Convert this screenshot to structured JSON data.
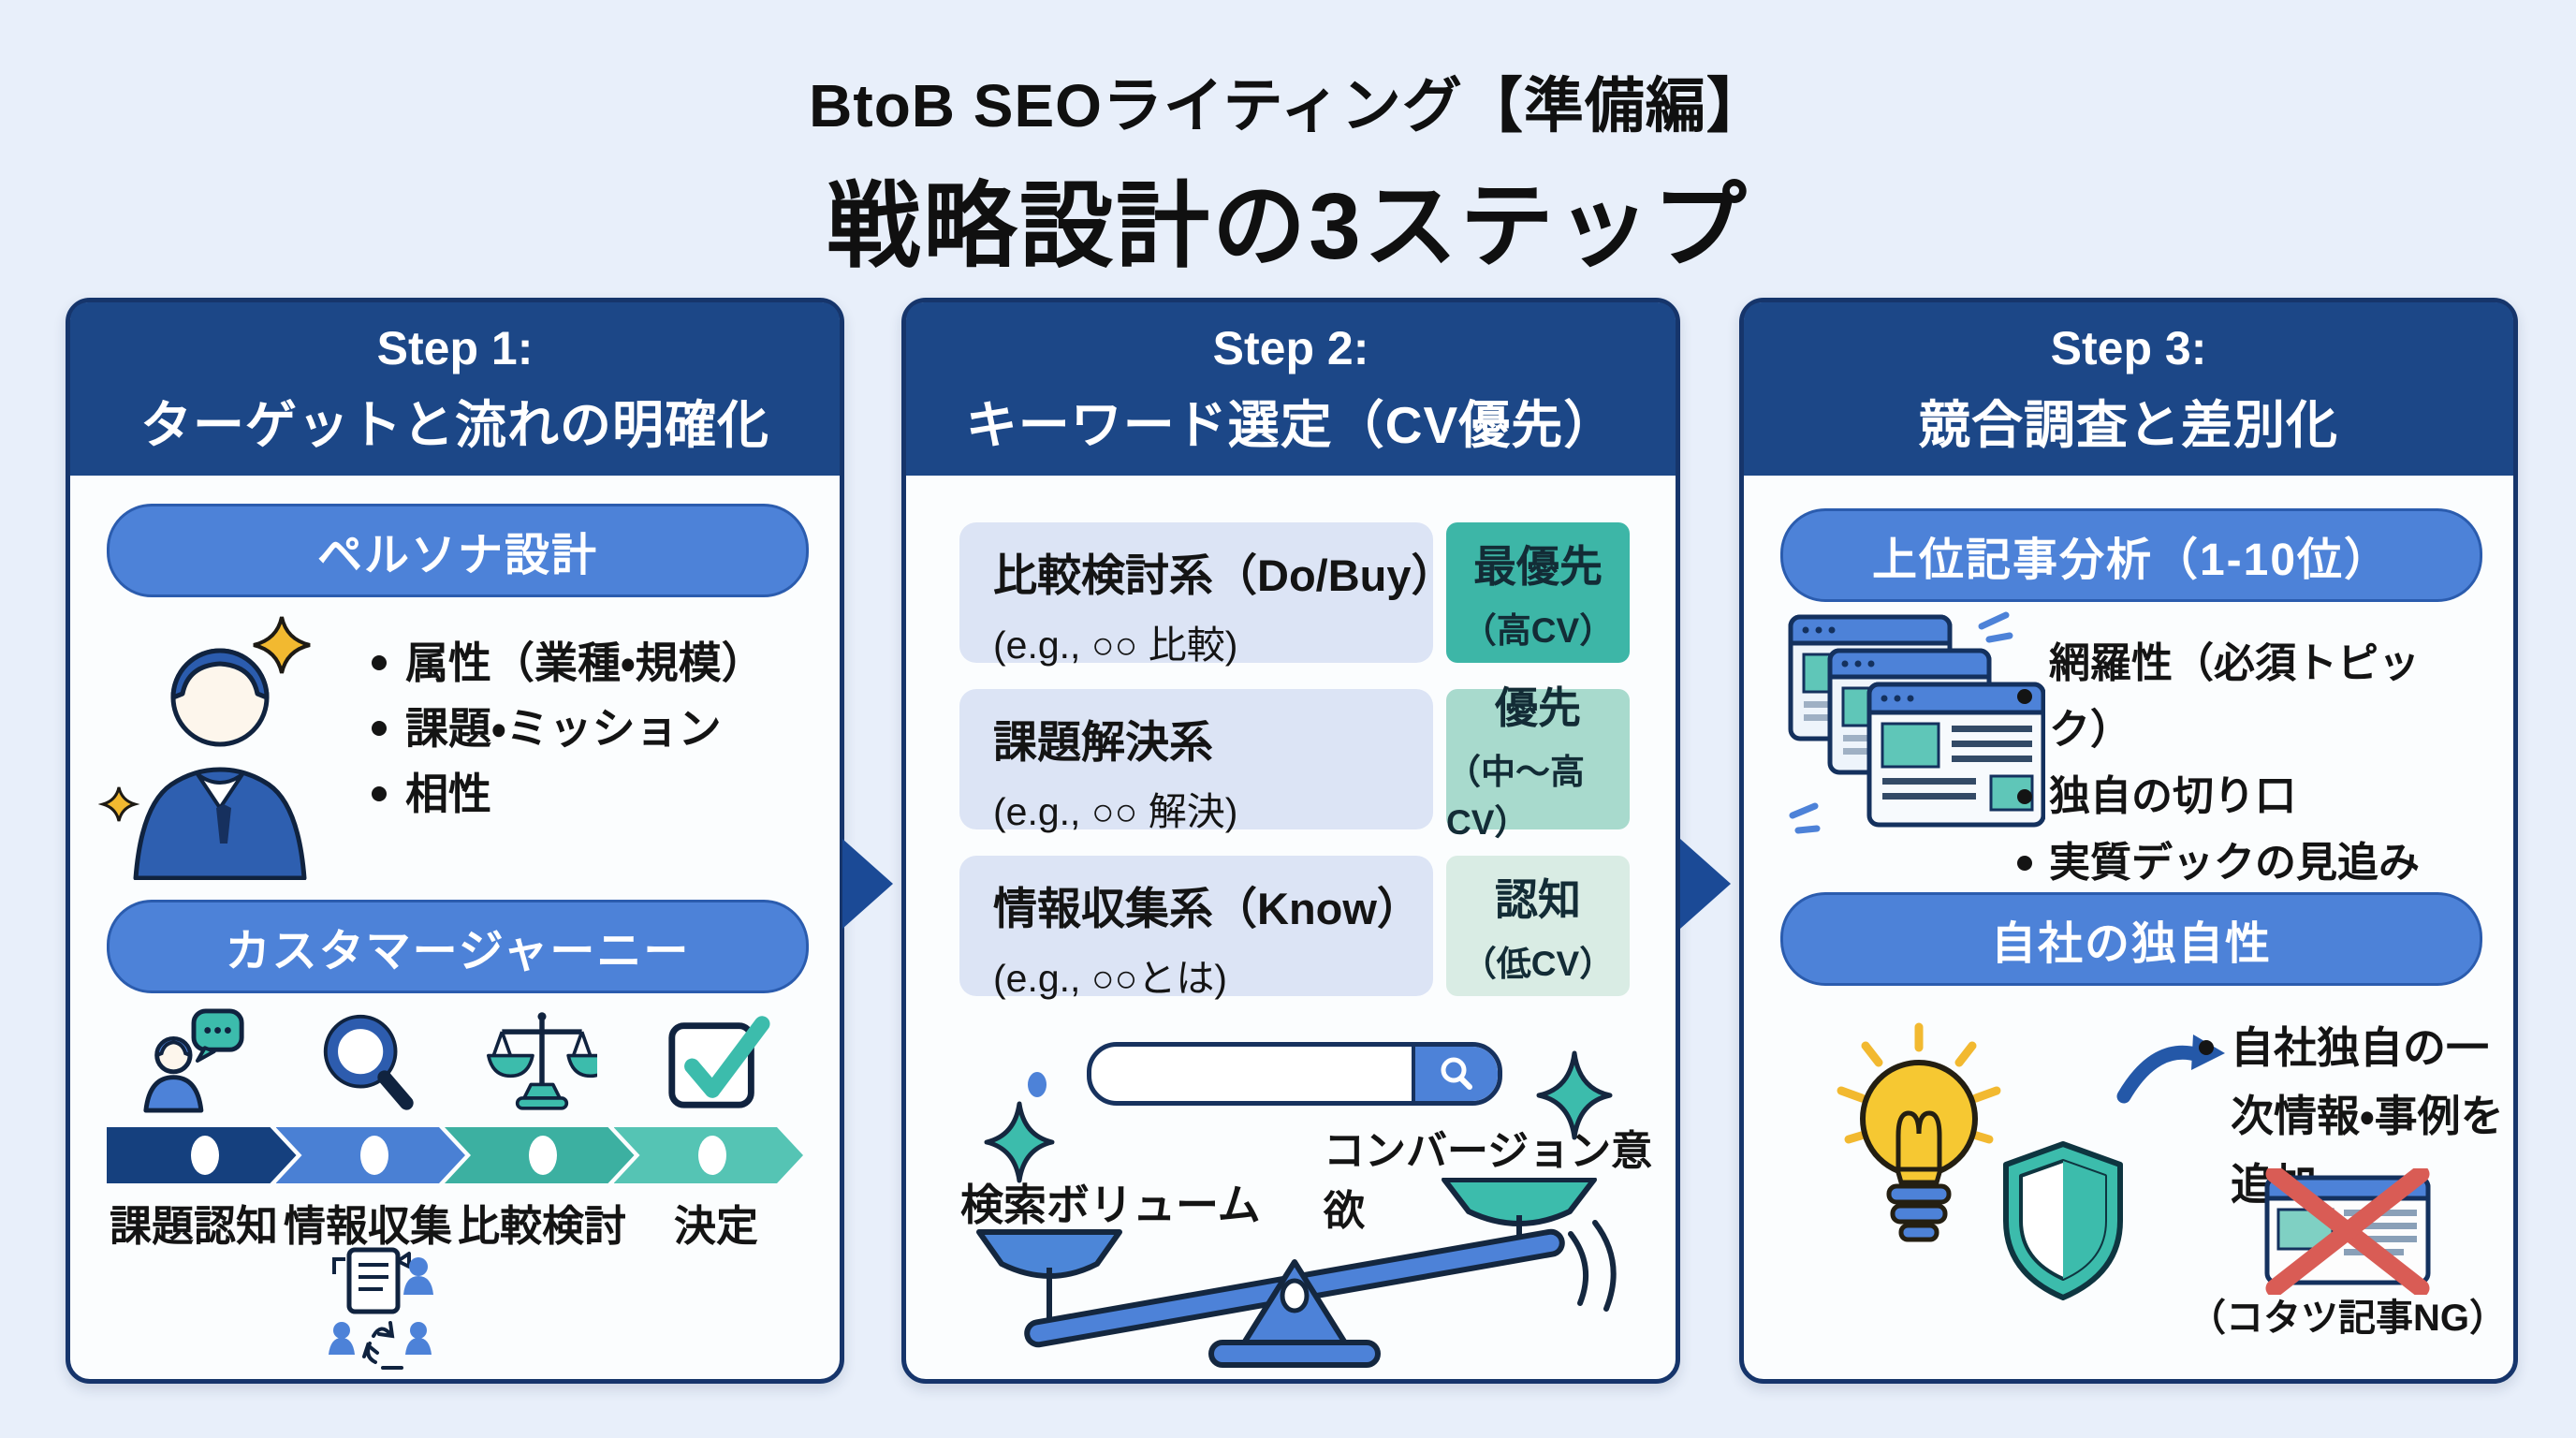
{
  "title": {
    "line1": "BtoB SEOライティング【準備編】",
    "line2": "戦略設計の3ステップ"
  },
  "steps": [
    {
      "header": {
        "line1": "Step 1:",
        "line2": "ターゲットと流れの明確化"
      },
      "persona": {
        "label": "ペルソナ設計",
        "bullets": [
          "属性（業種・規模）",
          "課題・ミッション",
          "相性"
        ]
      },
      "journey": {
        "label": "カスタマージャーニー",
        "stages": [
          "課題認知",
          "情報収集",
          "比較検討",
          "決定"
        ]
      }
    },
    {
      "header": {
        "line1": "Step 2:",
        "line2": "キーワード選定（CV優先）"
      },
      "rows": [
        {
          "title": "比較検討系（Do/Buy）",
          "example": "(e.g., ○○ 比較)",
          "priority": "最優先",
          "cv_level": "（高CV）"
        },
        {
          "title": "課題解決系",
          "example": "(e.g., ○○ 解決)",
          "priority": "優先",
          "cv_level": "（中～高CV）"
        },
        {
          "title": "情報収集系（Know）",
          "example": "(e.g., ○○とは)",
          "priority": "認知",
          "cv_level": "（低CV）"
        }
      ],
      "balance": {
        "left_label": "検索ボリューム",
        "right_label": "コンバージョン意欲"
      }
    },
    {
      "header": {
        "line1": "Step 3:",
        "line2": "競合調査と差別化"
      },
      "analysis": {
        "label": "上位記事分析（1-10位）",
        "bullets": [
          "網羅性（必須トピック）",
          "独自の切り口",
          "実質デックの見追み"
        ]
      },
      "uniqueness": {
        "label": "自社の独自性",
        "bullet": "自社独自の一次情報・事例を追加",
        "ng_note": "（コタツ記事NG）"
      }
    }
  ],
  "icons": {
    "persona": "business-person-icon",
    "journey": [
      "person-chat-icon",
      "magnifier-icon",
      "balance-scale-icon",
      "checkmark-icon"
    ],
    "collaboration": "people-document-icon",
    "search": "search-bar-with-magnifier-icon",
    "seesaw": "tilted-balance-seesaw-icon",
    "sparkles": "sparkle-icon",
    "analysis": "stacked-browser-windows-icon",
    "uniqueness": [
      "lightbulb-icon",
      "shield-icon",
      "curved-arrow-icon",
      "crossed-out-article-icon"
    ]
  },
  "colors": {
    "background": "#e8effa",
    "panel_border": "#16356b",
    "header_bg": "#1c4787",
    "pill_blue": "#4d82d8",
    "accent_teal": "#3cbcac",
    "row_bg": "#dce4f5",
    "priority_high_bg": "#3db6a7",
    "priority_mid_bg": "#a8dacd",
    "priority_low_bg": "#d9ece4",
    "chevron_colors": [
      "#15407e",
      "#4a80d4",
      "#3cb0a1",
      "#55c4b4"
    ],
    "bulb_yellow": "#f6c832",
    "ng_red": "#d95c55"
  }
}
